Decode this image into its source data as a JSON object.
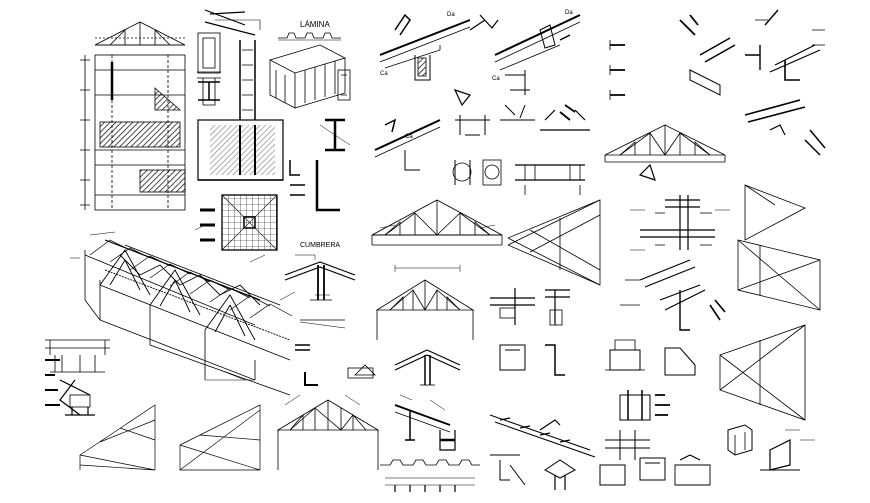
{
  "labels": {
    "lamina": "LÁMINA",
    "cumbrera": "CUMBRERA"
  },
  "detail_marks": {
    "a1": "Ca",
    "a2": "Da",
    "a3": "Ca",
    "a4": "Da",
    "a5": "Ca",
    "a6": "Da"
  }
}
